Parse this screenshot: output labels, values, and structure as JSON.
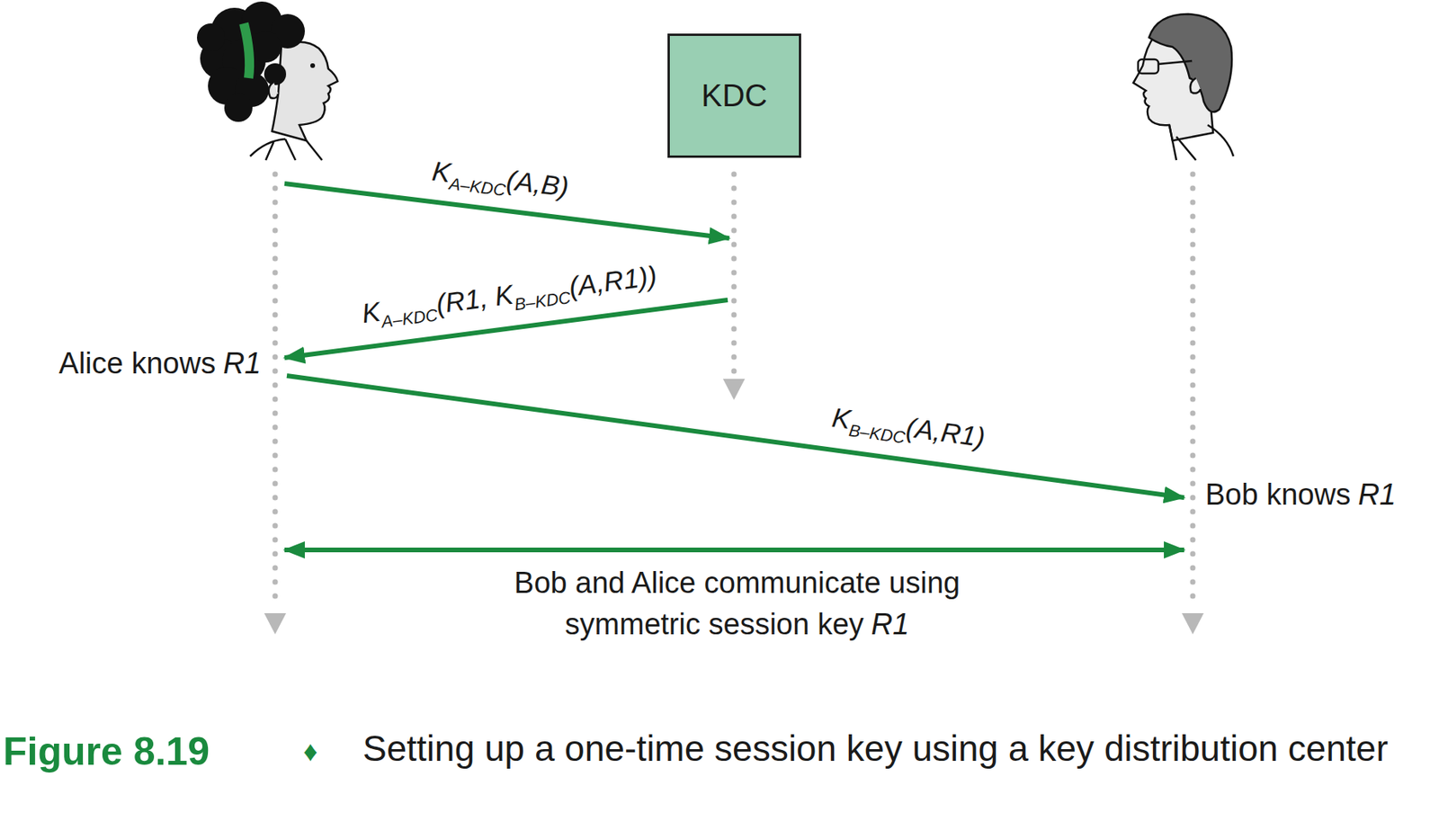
{
  "diagram": {
    "caption": "Setting up a one-time session key using a key distribution center",
    "nodes": [
      {
        "text": [
          "KDC"
        ]
      }
    ],
    "labels": [
      "K",
      "A–KDC",
      "(A,B)",
      "K",
      "A–KDC",
      "(R1, K",
      "B–KDC",
      "(A,R1))",
      "Alice knows",
      "R1",
      "K",
      "B–KDC",
      "(A,R1)",
      "Bob knows",
      "R1",
      "Bob and Alice communicate using symmetric session key",
      "R1",
      "Figure 8.19",
      "♦"
    ]
  }
}
